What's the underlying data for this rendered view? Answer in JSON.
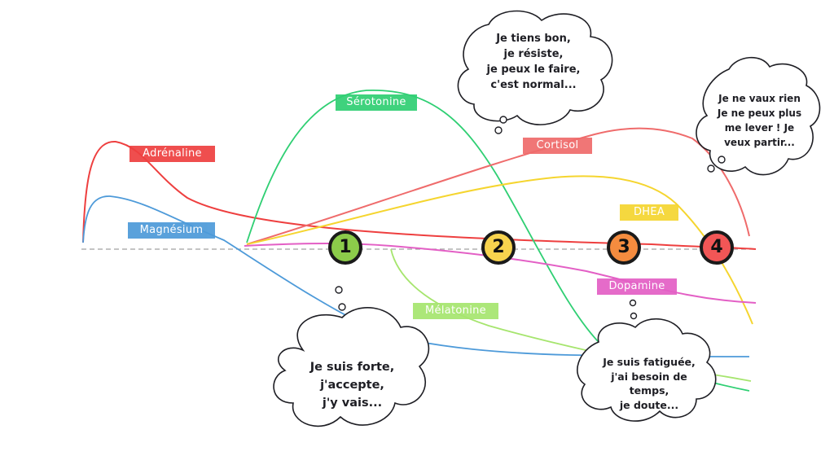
{
  "colors": {
    "adrenaline": "#ee3f3f",
    "magnesium": "#4d9ad9",
    "serotonine": "#2fcf73",
    "cortisol": "#ef6b6b",
    "dhea": "#f5d52f",
    "dopamine": "#e35fc5",
    "melatonine": "#a6e56e",
    "phase1": "#8ccc4a",
    "phase2": "#f7d34e",
    "phase3": "#f58c3f",
    "phase4": "#f25656"
  },
  "labels": {
    "adrenaline": "Adrénaline",
    "magnesium": "Magnésium",
    "serotonine": "Sérotonine",
    "cortisol": "Cortisol",
    "dhea": "DHEA",
    "dopamine": "Dopamine",
    "melatonine": "Mélatonine"
  },
  "phases": [
    "1",
    "2",
    "3",
    "4"
  ],
  "thoughts": {
    "phase1": "Je suis forte,\nj'accepte,\nj'y vais...",
    "phase2": "Je tiens bon,\nje résiste,\nje peux le faire,\nc'est normal...",
    "phase3": "Je suis fatiguée,\nj'ai besoin de\ntemps,\nje doute...",
    "phase4": "Je ne vaux rien\nJe ne peux plus\nme lever ! Je\nveux partir..."
  }
}
